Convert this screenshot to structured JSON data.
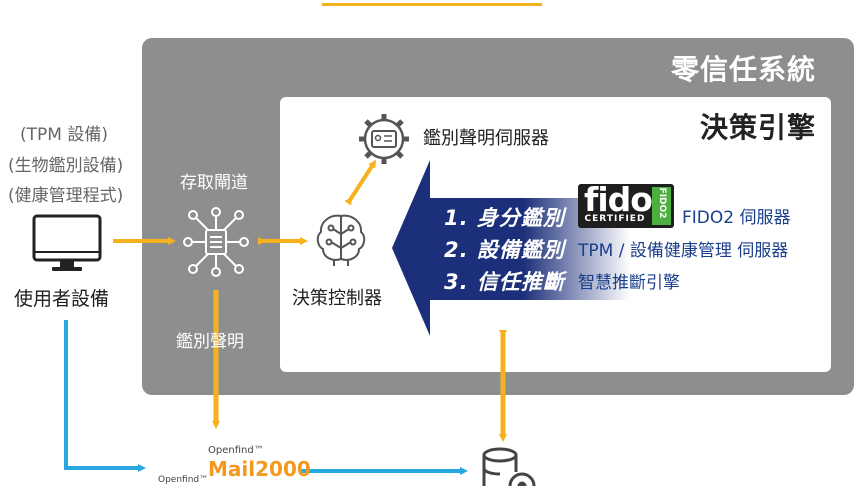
{
  "title": "零信任系統",
  "policy_engine": {
    "title": "決策引擎",
    "steps": [
      "1. 身分鑑別",
      "2. 設備鑑別",
      "3. 信任推斷"
    ],
    "services": [
      "FIDO2 伺服器",
      "TPM / 設備健康管理 伺服器",
      "智慧推斷引擎"
    ]
  },
  "user_device": {
    "requirements": [
      "(TPM 設備)",
      "(生物鑑別設備)",
      "(健康管理程式)"
    ],
    "label": "使用者設備"
  },
  "access_gateway": {
    "label": "存取閘道"
  },
  "policy_controller": {
    "label": "決策控制器"
  },
  "auth_server": {
    "label": "鑑別聲明伺服器"
  },
  "auth_assertion": {
    "label": "鑑別聲明"
  },
  "fido_logo": {
    "word": "fido",
    "certified": "CERTIFIED",
    "badge": "FIDO2"
  },
  "mail_product": {
    "vendor": "Openfind™",
    "name": "Mail2000",
    "vendor2": "Openfind™"
  },
  "icons": [
    "monitor-icon",
    "network-hub-icon",
    "gear-id-card-icon",
    "brain-circuit-icon",
    "database-key-icon"
  ],
  "colors": {
    "accent_orange": "#f6b21c",
    "zero_trust_gray": "#8d8e90",
    "flow_blue": "#29a8e0",
    "engine_navy": "#1b2f7a",
    "fido_green": "#4caf3f",
    "mail_orange": "#f39a1e"
  }
}
